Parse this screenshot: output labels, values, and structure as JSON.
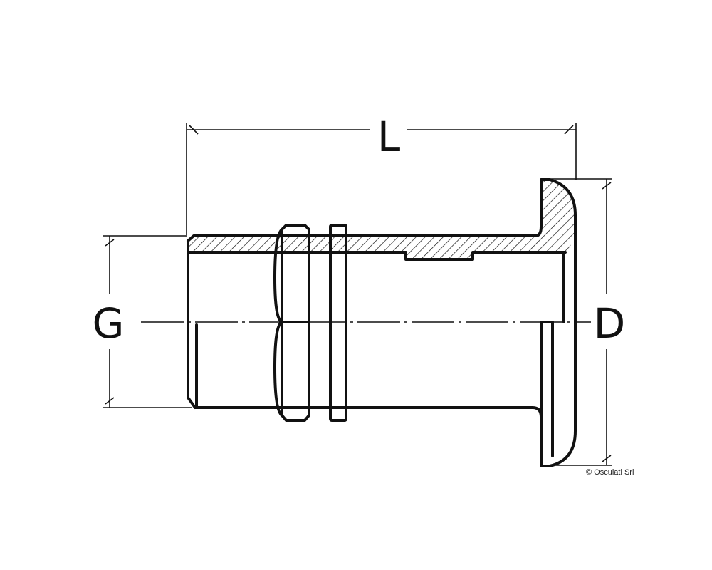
{
  "diagram": {
    "labels": {
      "length": "L",
      "thread": "G",
      "diameter": "D"
    },
    "credit": "© Osculati Srl"
  }
}
